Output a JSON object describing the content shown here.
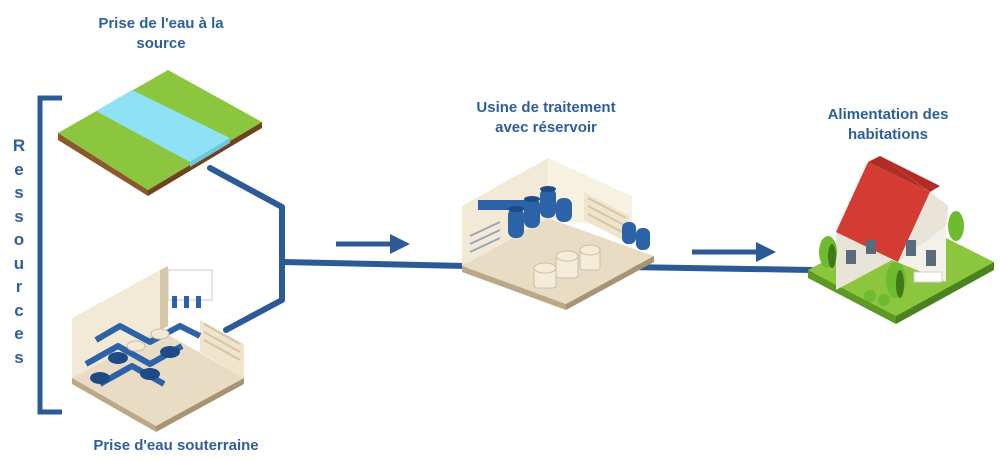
{
  "labels": {
    "source_intake": "Prise de l'eau à la source",
    "groundwater_intake": "Prise d'eau souterraine",
    "treatment_plant": "Usine de traitement avec réservoir",
    "homes_supply": "Alimentation des habitations"
  },
  "resources_letters": [
    "R",
    "e",
    "s",
    "s",
    "o",
    "u",
    "r",
    "c",
    "e",
    "s"
  ],
  "colors": {
    "label_text": "#2f5f99",
    "pipe": "#2c5a96",
    "arrow": "#2c5a96",
    "grass": "#8cc63f",
    "water": "#8fe1f5",
    "soil": "#8a5a2b",
    "roof": "#d43b32",
    "house_wall": "#f4f1ea",
    "building_floor": "#e8dcc4",
    "tank_blue": "#2c62a8",
    "tank_cream": "#f2ead6",
    "tree": "#6dbb2f"
  },
  "icons": [
    "river-icon",
    "pumping-station-icon",
    "treatment-plant-icon",
    "house-icon"
  ]
}
